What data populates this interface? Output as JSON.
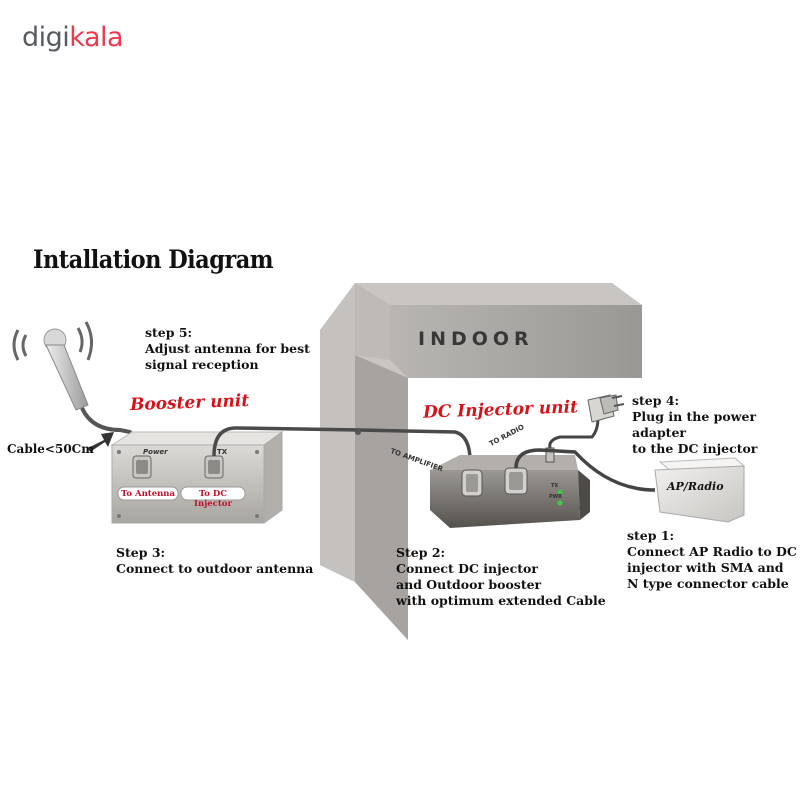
{
  "logo": {
    "part1": "digi",
    "part2": "kala"
  },
  "diagram": {
    "title": "Intallation Diagram",
    "indoor_label": "INDOOR",
    "booster_title": "Booster unit",
    "injector_title": "DC Injector unit",
    "cable_label": "Cable<50Cm",
    "booster_ports": {
      "power": "Power",
      "tx": "TX"
    },
    "booster_tags": {
      "antenna": "To Antenna",
      "injector": "To DC Injector"
    },
    "injector_ports": {
      "amplifier": "TO AMPLIFIER",
      "radio": "TO RADIO",
      "tx": "TX",
      "pwr": "PWR"
    },
    "ap_radio": "AP/Radio",
    "steps": {
      "step5": {
        "title": "step 5:",
        "lines": [
          "Adjust antenna for best",
          "signal reception"
        ]
      },
      "step4": {
        "title": "step 4:",
        "lines": [
          "Plug in the power adapter",
          "to the DC injector"
        ]
      },
      "step3": {
        "title": "Step 3:",
        "lines": [
          "Connect to outdoor antenna"
        ]
      },
      "step2": {
        "title": "Step 2:",
        "lines": [
          "Connect DC injector",
          "and Outdoor booster",
          "with optimum extended Cable"
        ]
      },
      "step1": {
        "title": "step 1:",
        "lines": [
          "Connect AP Radio to DC",
          "injector with SMA and",
          "N type connector cable"
        ]
      }
    }
  },
  "colors": {
    "brand_red": "#ee384e",
    "logo_gray": "#555b60",
    "accent_red": "#d4141c",
    "wall": "#a9a6a4",
    "device": "#8f8c87"
  }
}
